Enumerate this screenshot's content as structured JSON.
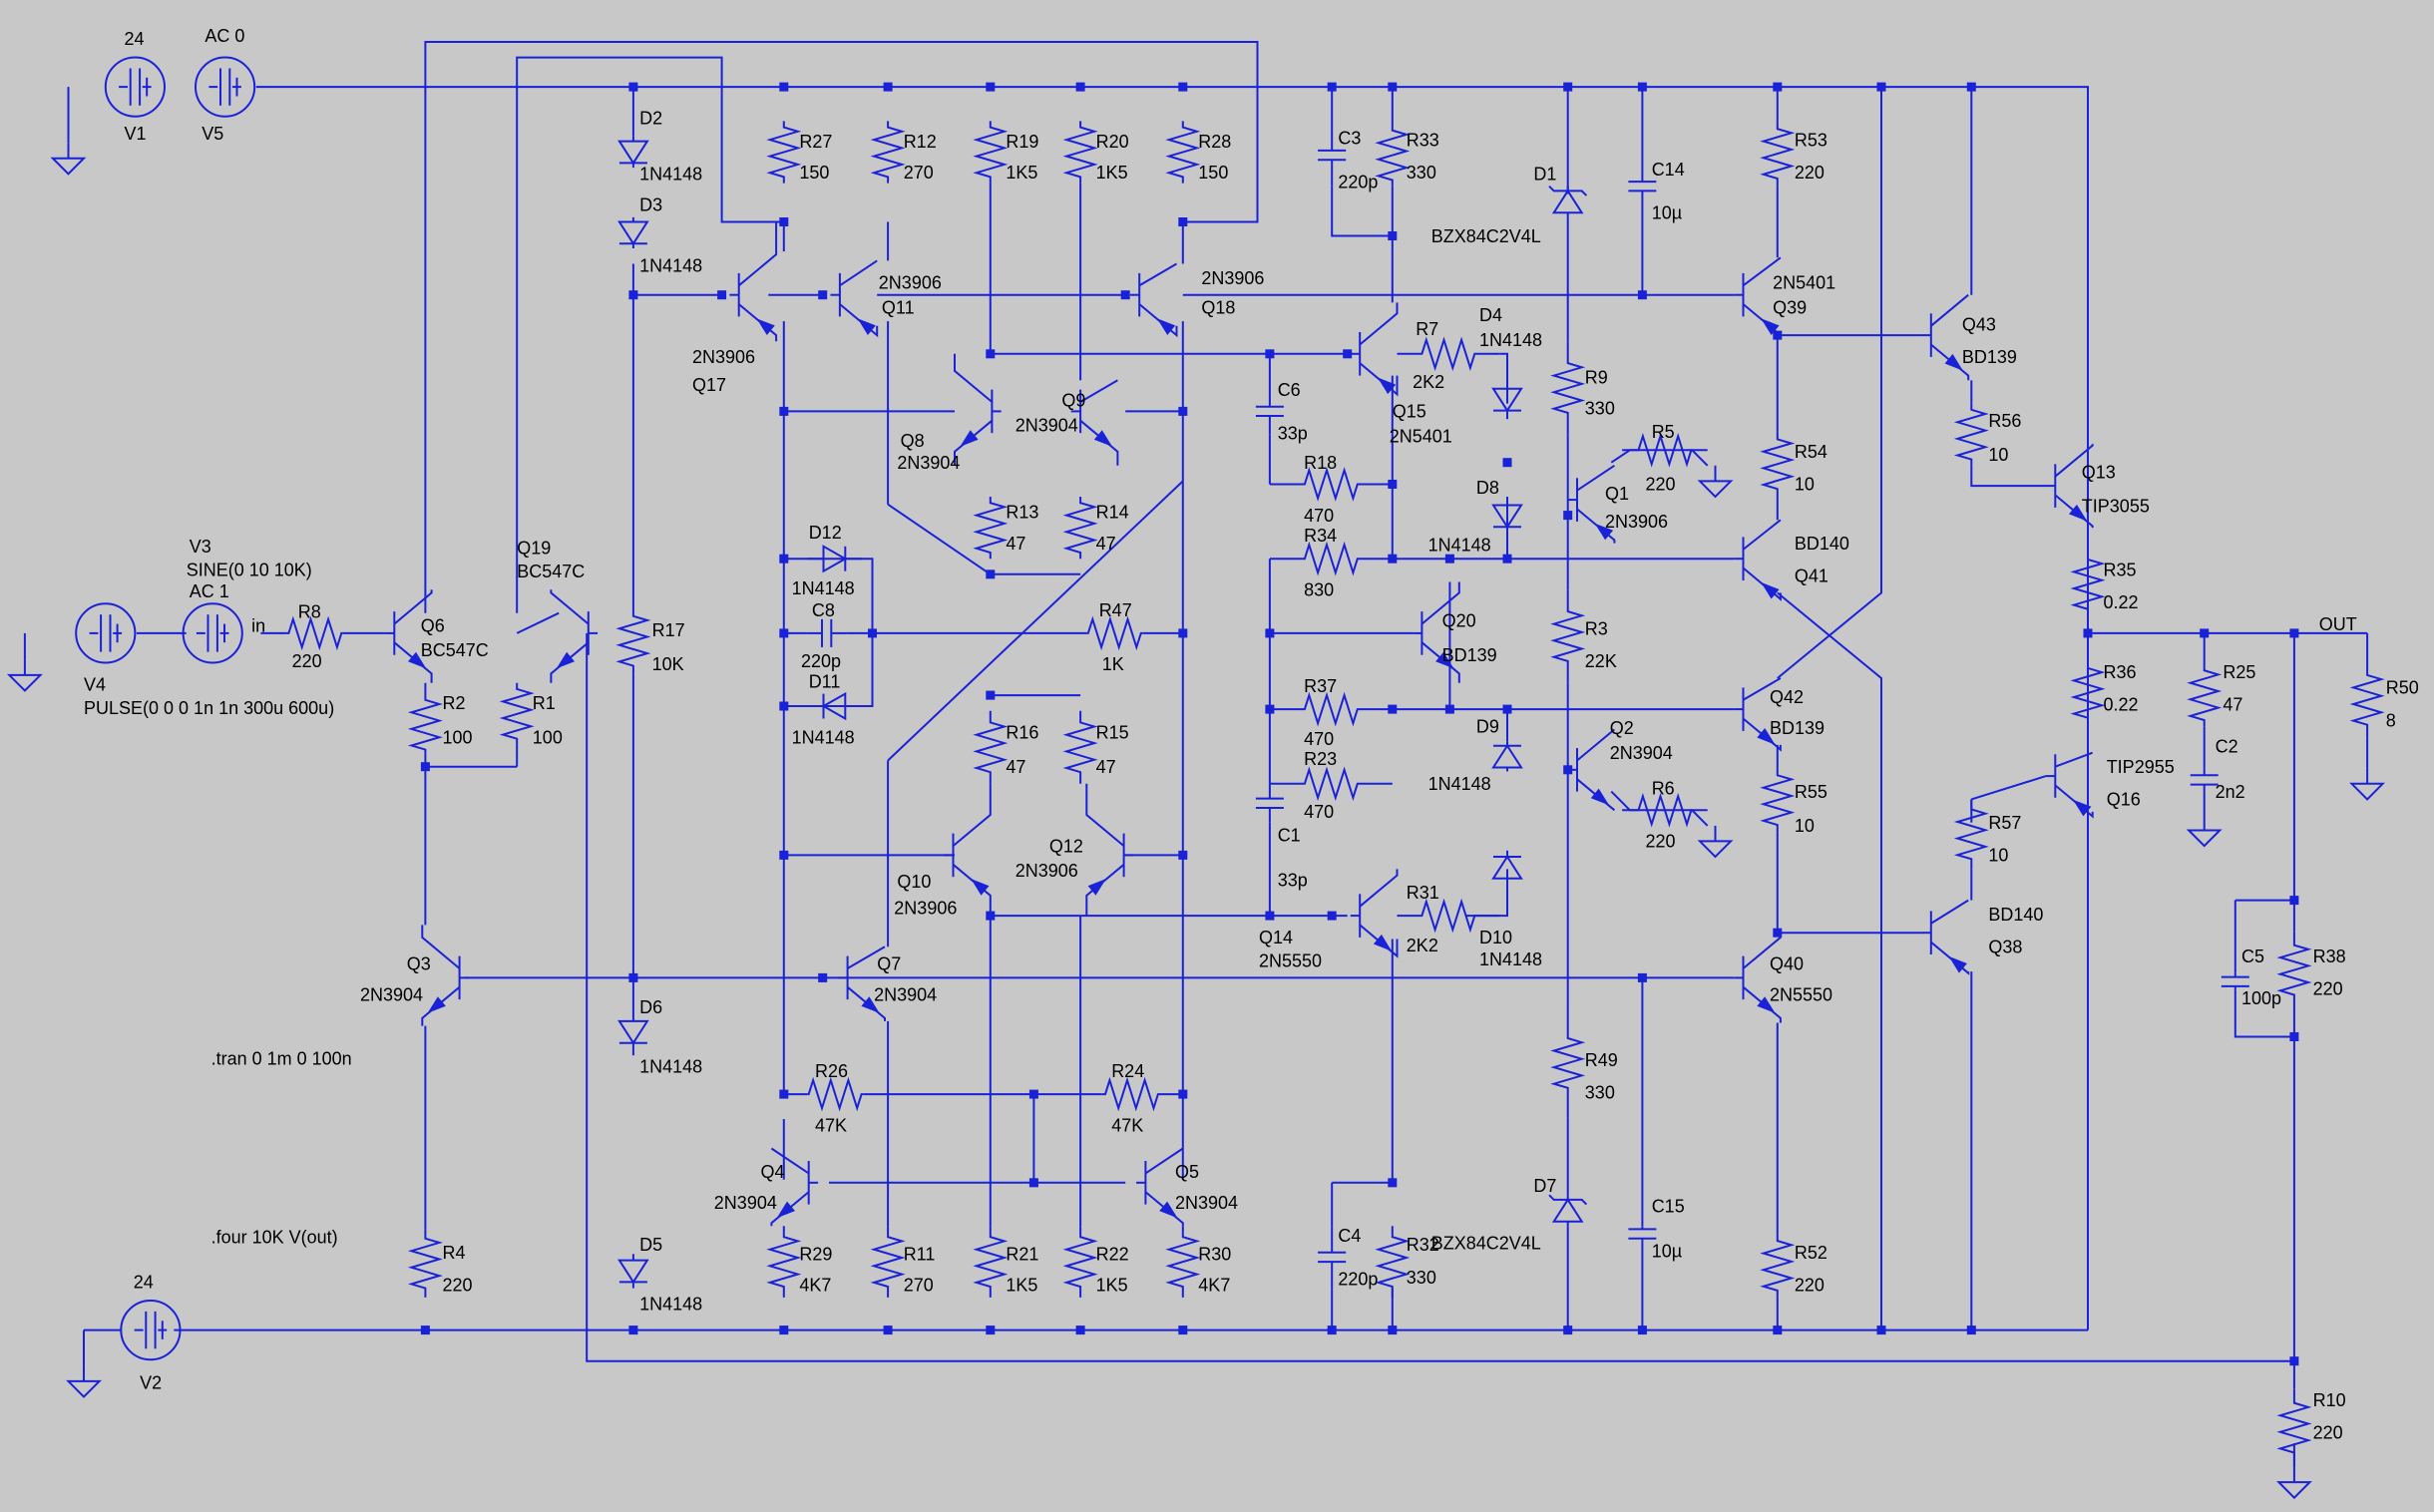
{
  "components": [
    {
      "id": "V1",
      "label": "V1",
      "value": "24"
    },
    {
      "id": "V5",
      "label": "V5",
      "value": "AC 0"
    },
    {
      "id": "V2",
      "label": "V2",
      "value": "24"
    },
    {
      "id": "V4",
      "label": "V4",
      "value": "PULSE(0 0 0 1n 1n 300u 600u)"
    },
    {
      "id": "V3",
      "label": "V3",
      "value": "SINE(0 10 10K)",
      "value2": "AC 1"
    },
    {
      "id": "R8",
      "label": "R8",
      "value": "220"
    },
    {
      "id": "R2",
      "label": "R2",
      "value": "100"
    },
    {
      "id": "R1",
      "label": "R1",
      "value": "100"
    },
    {
      "id": "R4",
      "label": "R4",
      "value": "220"
    },
    {
      "id": "R17",
      "label": "R17",
      "value": "10K"
    },
    {
      "id": "R27",
      "label": "R27",
      "value": "150"
    },
    {
      "id": "R12",
      "label": "R12",
      "value": "270"
    },
    {
      "id": "R19",
      "label": "R19",
      "value": "1K5"
    },
    {
      "id": "R20",
      "label": "R20",
      "value": "1K5"
    },
    {
      "id": "R28",
      "label": "R28",
      "value": "150"
    },
    {
      "id": "R13",
      "label": "R13",
      "value": "47"
    },
    {
      "id": "R14",
      "label": "R14",
      "value": "47"
    },
    {
      "id": "R47",
      "label": "R47",
      "value": "1K"
    },
    {
      "id": "R16",
      "label": "R16",
      "value": "47"
    },
    {
      "id": "R15",
      "label": "R15",
      "value": "47"
    },
    {
      "id": "R26",
      "label": "R26",
      "value": "47K"
    },
    {
      "id": "R24",
      "label": "R24",
      "value": "47K"
    },
    {
      "id": "R29",
      "label": "R29",
      "value": "4K7"
    },
    {
      "id": "R11",
      "label": "R11",
      "value": "270"
    },
    {
      "id": "R21",
      "label": "R21",
      "value": "1K5"
    },
    {
      "id": "R22",
      "label": "R22",
      "value": "1K5"
    },
    {
      "id": "R30",
      "label": "R30",
      "value": "4K7"
    },
    {
      "id": "R33",
      "label": "R33",
      "value": "330"
    },
    {
      "id": "R7",
      "label": "R7",
      "value": "2K2"
    },
    {
      "id": "R18",
      "label": "R18",
      "value": "470"
    },
    {
      "id": "R34",
      "label": "R34",
      "value": "830"
    },
    {
      "id": "R37",
      "label": "R37",
      "value": "470"
    },
    {
      "id": "R23",
      "label": "R23",
      "value": "470"
    },
    {
      "id": "R31",
      "label": "R31",
      "value": "2K2"
    },
    {
      "id": "R32",
      "label": "R32",
      "value": "330"
    },
    {
      "id": "R9",
      "label": "R9",
      "value": "330"
    },
    {
      "id": "R5",
      "label": "R5",
      "value": "220"
    },
    {
      "id": "R3",
      "label": "R3",
      "value": "22K"
    },
    {
      "id": "R6",
      "label": "R6",
      "value": "220"
    },
    {
      "id": "R49",
      "label": "R49",
      "value": "330"
    },
    {
      "id": "R53",
      "label": "R53",
      "value": "220"
    },
    {
      "id": "R54",
      "label": "R54",
      "value": "10"
    },
    {
      "id": "R55",
      "label": "R55",
      "value": "10"
    },
    {
      "id": "R52",
      "label": "R52",
      "value": "220"
    },
    {
      "id": "R56",
      "label": "R56",
      "value": "10"
    },
    {
      "id": "R57",
      "label": "R57",
      "value": "10"
    },
    {
      "id": "R35",
      "label": "R35",
      "value": "0.22"
    },
    {
      "id": "R36",
      "label": "R36",
      "value": "0.22"
    },
    {
      "id": "R25",
      "label": "R25",
      "value": "47"
    },
    {
      "id": "R50",
      "label": "R50",
      "value": "8"
    },
    {
      "id": "R38",
      "label": "R38",
      "value": "220"
    },
    {
      "id": "R10",
      "label": "R10",
      "value": "220"
    },
    {
      "id": "C3",
      "label": "C3",
      "value": "220p"
    },
    {
      "id": "C14",
      "label": "C14",
      "value": "10µ"
    },
    {
      "id": "C6",
      "label": "C6",
      "value": "33p"
    },
    {
      "id": "C8",
      "label": "C8",
      "value": "220p"
    },
    {
      "id": "C1",
      "label": "C1",
      "value": "33p"
    },
    {
      "id": "C4",
      "label": "C4",
      "value": "220p"
    },
    {
      "id": "C15",
      "label": "C15",
      "value": "10µ"
    },
    {
      "id": "C2",
      "label": "C2",
      "value": "2n2"
    },
    {
      "id": "C5",
      "label": "C5",
      "value": "100p"
    },
    {
      "id": "D2",
      "label": "D2",
      "value": "1N4148"
    },
    {
      "id": "D3",
      "label": "D3",
      "value": "1N4148"
    },
    {
      "id": "D6",
      "label": "D6",
      "value": "1N4148"
    },
    {
      "id": "D5",
      "label": "D5",
      "value": "1N4148"
    },
    {
      "id": "D12",
      "label": "D12",
      "value": "1N4148"
    },
    {
      "id": "D11",
      "label": "D11",
      "value": "1N4148"
    },
    {
      "id": "D4",
      "label": "D4",
      "value": "1N4148"
    },
    {
      "id": "D8",
      "label": "D8",
      "value": "1N4148"
    },
    {
      "id": "D9",
      "label": "D9",
      "value": "1N4148"
    },
    {
      "id": "D10",
      "label": "D10",
      "value": "1N4148"
    },
    {
      "id": "D1",
      "label": "D1",
      "value": "BZX84C2V4L"
    },
    {
      "id": "D7",
      "label": "D7",
      "value": "BZX84C2V4L"
    },
    {
      "id": "Q17",
      "label": "Q17",
      "value": "2N3906"
    },
    {
      "id": "Q11",
      "label": "Q11",
      "value": "2N3906"
    },
    {
      "id": "Q18",
      "label": "Q18",
      "value": "2N3906"
    },
    {
      "id": "Q8",
      "label": "Q8",
      "value": "2N3904"
    },
    {
      "id": "Q9",
      "label": "Q9",
      "value": "2N3904"
    },
    {
      "id": "Q10",
      "label": "Q10",
      "value": "2N3906"
    },
    {
      "id": "Q12",
      "label": "Q12",
      "value": "2N3906"
    },
    {
      "id": "Q7",
      "label": "Q7",
      "value": "2N3904"
    },
    {
      "id": "Q4",
      "label": "Q4",
      "value": "2N3904"
    },
    {
      "id": "Q5",
      "label": "Q5",
      "value": "2N3904"
    },
    {
      "id": "Q6",
      "label": "Q6",
      "value": "BC547C"
    },
    {
      "id": "Q19",
      "label": "Q19",
      "value": "BC547C"
    },
    {
      "id": "Q3",
      "label": "Q3",
      "value": "2N3904"
    },
    {
      "id": "Q15",
      "label": "Q15",
      "value": "2N5401"
    },
    {
      "id": "Q14",
      "label": "Q14",
      "value": "2N5550"
    },
    {
      "id": "Q20",
      "label": "Q20",
      "value": "BD139"
    },
    {
      "id": "Q1",
      "label": "Q1",
      "value": "2N3906"
    },
    {
      "id": "Q2",
      "label": "Q2",
      "value": "2N3904"
    },
    {
      "id": "Q39",
      "label": "Q39",
      "value": "2N5401"
    },
    {
      "id": "Q41",
      "label": "Q41",
      "value": "BD140"
    },
    {
      "id": "Q42",
      "label": "Q42",
      "value": "BD139"
    },
    {
      "id": "Q40",
      "label": "Q40",
      "value": "2N5550"
    },
    {
      "id": "Q43",
      "label": "Q43",
      "value": "BD139"
    },
    {
      "id": "Q38",
      "label": "Q38",
      "value": "BD140"
    },
    {
      "id": "Q13",
      "label": "Q13",
      "value": "TIP3055"
    },
    {
      "id": "Q16",
      "label": "Q16",
      "value": "TIP2955"
    }
  ],
  "directives": [
    ".tran 0 1m 0 100n",
    ".four 10K V(out)"
  ],
  "net_labels": [
    "in",
    "OUT"
  ]
}
